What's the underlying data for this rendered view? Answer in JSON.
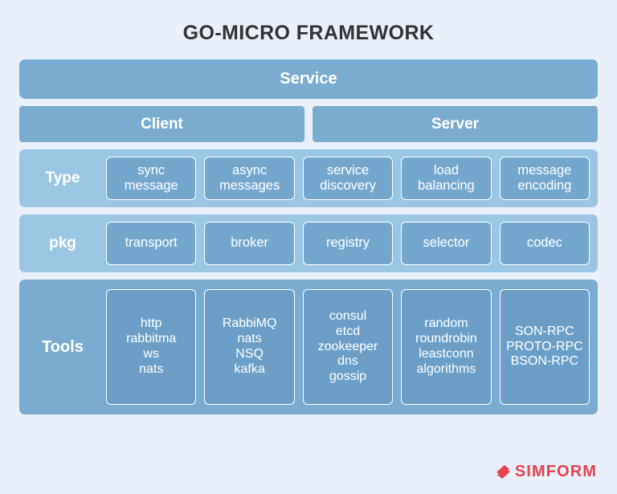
{
  "page": {
    "title": "GO-MICRO FRAMEWORK",
    "background_color": "#e9f0fa",
    "accent_color": "#7aacd2",
    "band_light_color": "#9bc6e3",
    "cell_color": "#74a7ce",
    "brand_color": "#e8424d"
  },
  "diagram": {
    "service": {
      "label": "Service"
    },
    "split": {
      "client": "Client",
      "server": "Server"
    },
    "layers": [
      {
        "label": "Type",
        "cells": [
          "sync\nmessage",
          "async\nmessages",
          "service\ndiscovery",
          "load\nbalancing",
          "message\nencoding"
        ]
      },
      {
        "label": "pkg",
        "cells": [
          "transport",
          "broker",
          "registry",
          "selector",
          "codec"
        ]
      },
      {
        "label": "Tools",
        "cells": [
          "http\nrabbitma\nws\nnats",
          "RabbiMQ\nnats\nNSQ\nkafka",
          "consul\netcd\nzookeeper\ndns\ngossip",
          "random\nroundrobin\nleastconn\nalgorithms",
          "SON-RPC\nPROTO-RPC\nBSON-RPC"
        ]
      }
    ]
  },
  "branding": {
    "name": "SIMFORM",
    "mark": "simform-logo-icon"
  }
}
